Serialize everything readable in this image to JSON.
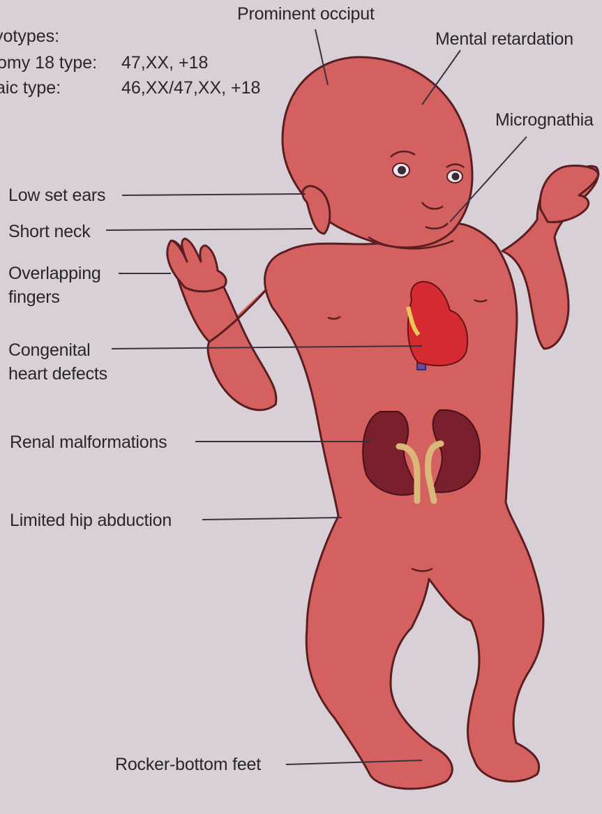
{
  "karyotypes": {
    "heading": "yotypes:",
    "rows": [
      {
        "type": "omy 18 type:",
        "value": "47,XX, +18"
      },
      {
        "type": "aic type:",
        "value": "46,XX/47,XX, +18"
      }
    ]
  },
  "labels": {
    "prominent_occiput": "Prominent occiput",
    "mental_retardation": "Mental retardation",
    "micrognathia": "Micrognathia",
    "low_set_ears": "Low set ears",
    "short_neck": "Short neck",
    "overlapping_fingers_1": "Overlapping",
    "overlapping_fingers_2": "fingers",
    "congenital_heart_1": "Congenital",
    "congenital_heart_2": "heart defects",
    "renal": "Renal malformations",
    "hip": "Limited hip abduction",
    "feet": "Rocker-bottom feet"
  },
  "colors": {
    "background": "#d8d0d6",
    "skin": "#d4615f",
    "outline": "#5a1e22",
    "heart_red": "#d42a30",
    "heart_blue": "#6a4aa8",
    "kidney": "#7a1f2c",
    "ureter": "#d9b87a",
    "text": "#2a2430"
  }
}
